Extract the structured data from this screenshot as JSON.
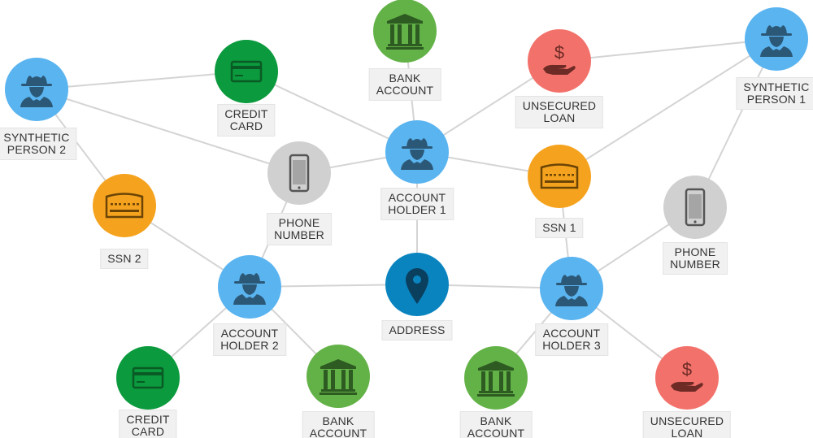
{
  "colors": {
    "person": "#5ab4f0",
    "person_icon": "#2c5877",
    "credit_card": "#0b9a3d",
    "credit_card_icon": "#0a5a25",
    "bank": "#63b247",
    "bank_icon": "#2d5b22",
    "loan": "#f2726b",
    "loan_icon": "#6e2b26",
    "phone": "#d0d0d0",
    "phone_icon": "#555555",
    "ssn": "#f5a31f",
    "ssn_icon": "#6b4406",
    "address": "#0a84bf",
    "address_icon": "#0a3f5e",
    "edge": "#d4d4d4"
  },
  "nodes": [
    {
      "id": "sp2",
      "type": "person",
      "label": "SYNTHETIC\nPERSON 2",
      "icon": "spy-icon"
    },
    {
      "id": "cc1",
      "type": "credit_card",
      "label": "CREDIT\nCARD",
      "icon": "credit-card-icon"
    },
    {
      "id": "bank1",
      "type": "bank",
      "label": "BANK\nACCOUNT",
      "icon": "bank-icon"
    },
    {
      "id": "loan1",
      "type": "loan",
      "label": "UNSECURED\nLOAN",
      "icon": "loan-icon"
    },
    {
      "id": "sp1",
      "type": "person",
      "label": "SYNTHETIC\nPERSON 1",
      "icon": "spy-icon"
    },
    {
      "id": "phone1",
      "type": "phone",
      "label": "PHONE\nNUMBER",
      "icon": "phone-icon"
    },
    {
      "id": "ah1",
      "type": "person",
      "label": "ACCOUNT\nHOLDER 1",
      "icon": "spy-icon"
    },
    {
      "id": "ssn1",
      "type": "ssn",
      "label": "SSN 1",
      "icon": "ssn-card-icon"
    },
    {
      "id": "ssn2",
      "type": "ssn",
      "label": "SSN 2",
      "icon": "ssn-card-icon"
    },
    {
      "id": "phone2",
      "type": "phone",
      "label": "PHONE\nNUMBER",
      "icon": "phone-icon"
    },
    {
      "id": "ah2",
      "type": "person",
      "label": "ACCOUNT\nHOLDER 2",
      "icon": "spy-icon"
    },
    {
      "id": "addr",
      "type": "address",
      "label": "ADDRESS",
      "icon": "map-pin-icon"
    },
    {
      "id": "ah3",
      "type": "person",
      "label": "ACCOUNT\nHOLDER 3",
      "icon": "spy-icon"
    },
    {
      "id": "cc2",
      "type": "credit_card",
      "label": "CREDIT\nCARD",
      "icon": "credit-card-icon"
    },
    {
      "id": "bank2",
      "type": "bank",
      "label": "BANK\nACCOUNT",
      "icon": "bank-icon"
    },
    {
      "id": "bank3",
      "type": "bank",
      "label": "BANK\nACCOUNT",
      "icon": "bank-icon"
    },
    {
      "id": "loan2",
      "type": "loan",
      "label": "UNSECURED\nLOAN",
      "icon": "loan-icon"
    }
  ],
  "edges": [
    [
      "sp2",
      "cc1"
    ],
    [
      "sp2",
      "phone1"
    ],
    [
      "sp2",
      "ssn2"
    ],
    [
      "cc1",
      "ah1"
    ],
    [
      "bank1",
      "ah1"
    ],
    [
      "loan1",
      "ah1"
    ],
    [
      "loan1",
      "sp1"
    ],
    [
      "sp1",
      "ssn1"
    ],
    [
      "sp1",
      "phone2"
    ],
    [
      "phone1",
      "ah1"
    ],
    [
      "phone1",
      "ah2"
    ],
    [
      "ah1",
      "ssn1"
    ],
    [
      "ah1",
      "addr"
    ],
    [
      "ssn2",
      "ah2"
    ],
    [
      "ah2",
      "addr"
    ],
    [
      "ah2",
      "cc2"
    ],
    [
      "ah2",
      "bank2"
    ],
    [
      "addr",
      "ah3"
    ],
    [
      "ssn1",
      "ah3"
    ],
    [
      "phone2",
      "ah3"
    ],
    [
      "ah3",
      "bank3"
    ],
    [
      "ah3",
      "loan2"
    ]
  ]
}
